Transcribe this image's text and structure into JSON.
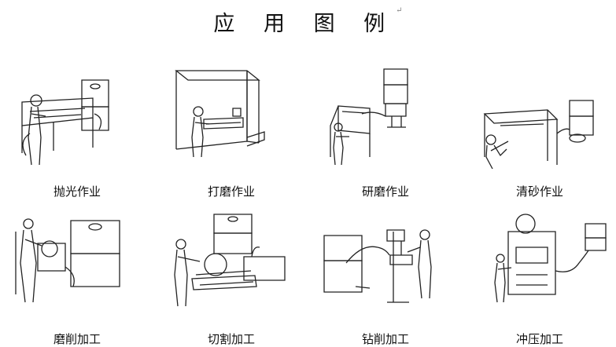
{
  "title": "应 用 图 例",
  "return_mark": "↵",
  "items": [
    {
      "label": "抛光作业"
    },
    {
      "label": "打磨作业"
    },
    {
      "label": "研磨作业"
    },
    {
      "label": "清砂作业"
    },
    {
      "label": "磨削加工"
    },
    {
      "label": "切割加工"
    },
    {
      "label": "钻削加工"
    },
    {
      "label": "冲压加工"
    }
  ]
}
